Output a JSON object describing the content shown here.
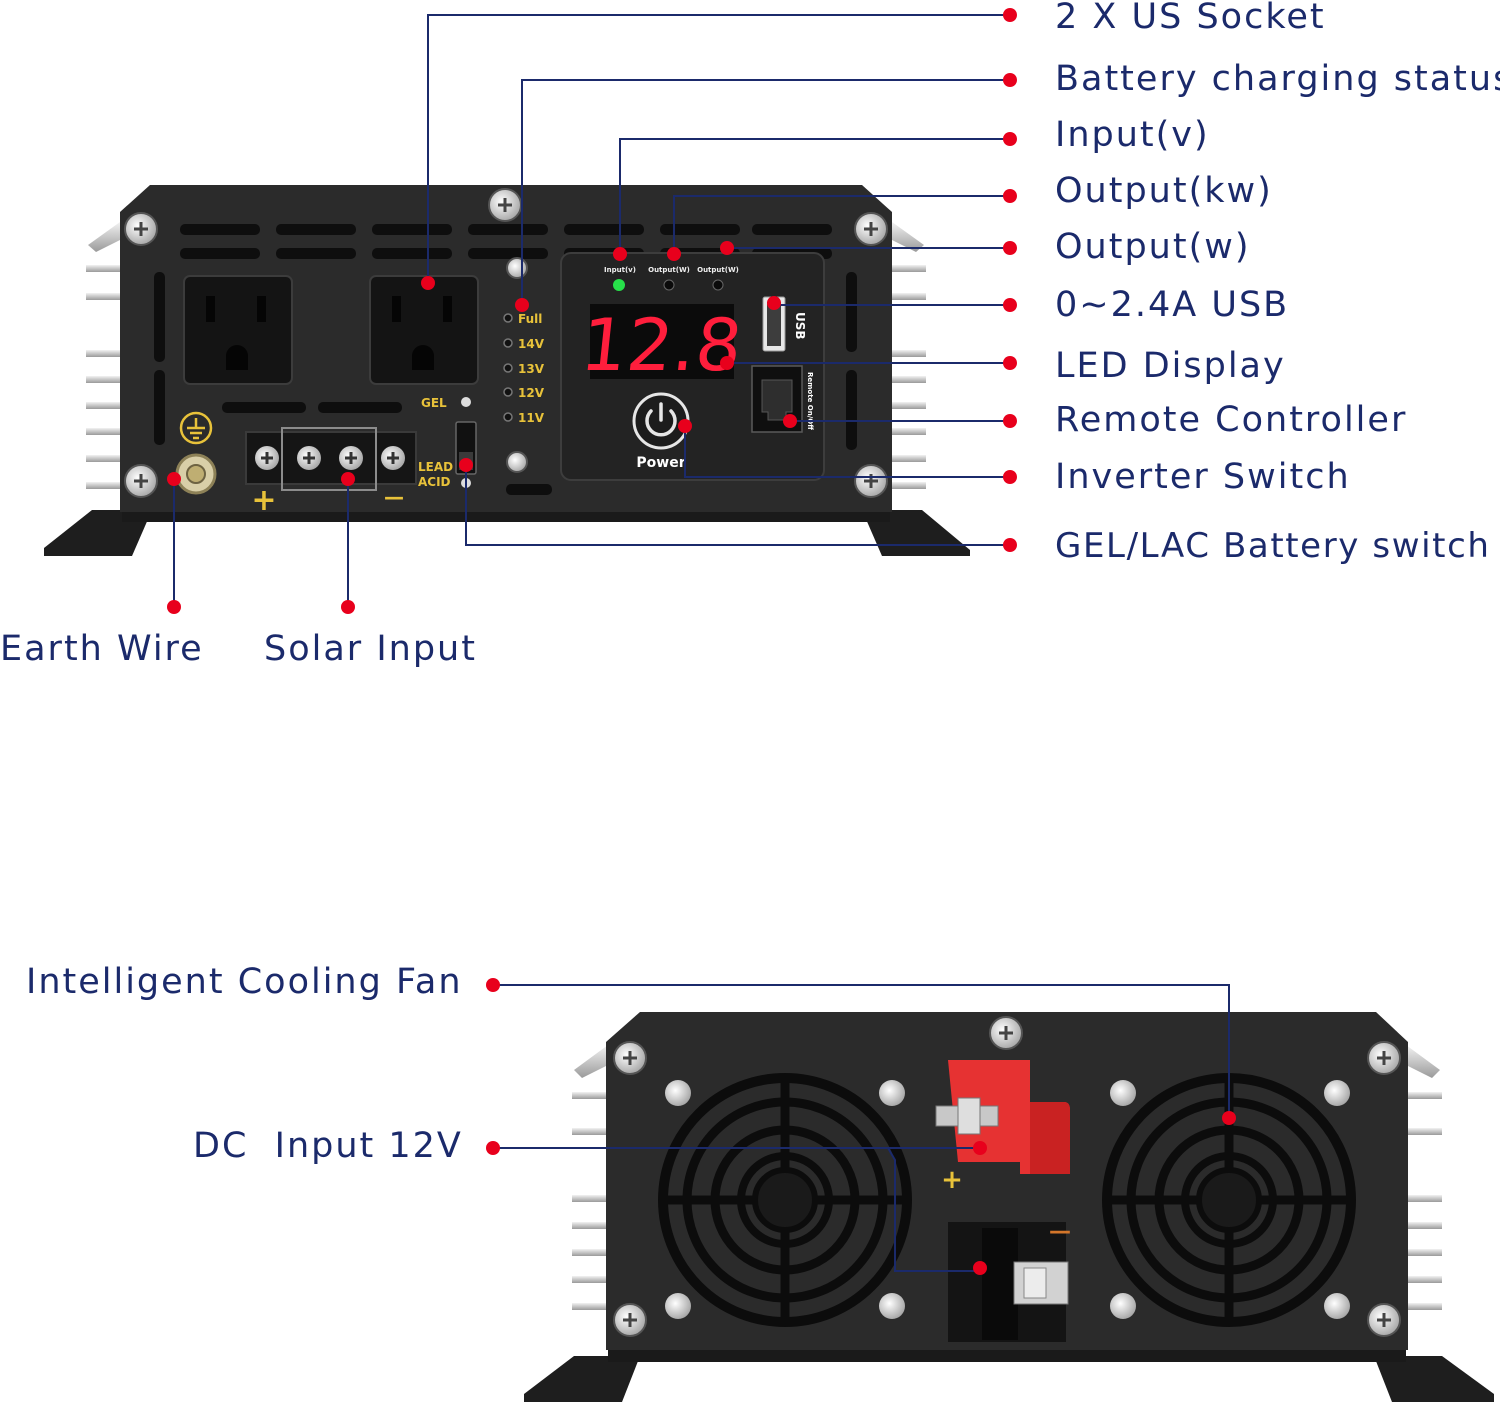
{
  "colors": {
    "label_text": "#1b2a6b",
    "leader_line": "#1b2a6b",
    "marker_dot": "#e8001c",
    "device_body": "#2b2b2b",
    "device_panel": "#232323",
    "led_digits": "#ff1e3c",
    "panel_text": "#e8c23a",
    "terminal_red": "#e63232"
  },
  "front_callouts": {
    "us_socket": "2 X US Socket",
    "battery_charging_status": "Battery charging status",
    "input_v": "Input(v)",
    "output_kw": "Output(kw)",
    "output_w": "Output(w)",
    "usb": "0~2.4A USB",
    "led_display": "LED Display",
    "remote_controller": "Remote Controller",
    "inverter_switch": "Inverter Switch",
    "battery_switch": "GEL/LAC Battery switch",
    "earth_wire": "Earth Wire",
    "solar_input": "Solar Input"
  },
  "rear_callouts": {
    "cooling_fan": "Intelligent Cooling Fan",
    "dc_input": "DC  Input 12V"
  },
  "panel_labels": {
    "led_input": "Input(v)",
    "led_output_1": "Output(W)",
    "led_output_2": "Output(W)",
    "display_value": "12.8",
    "usb": "USB",
    "remote": "Remote On/Off",
    "power": "Power",
    "charge_full": "Full",
    "charge_14v": "14V",
    "charge_13v": "13V",
    "charge_12v": "12V",
    "charge_11v": "11V",
    "gel": "GEL",
    "lead": "LEAD",
    "acid": "ACID",
    "plus": "+",
    "minus": "—"
  }
}
